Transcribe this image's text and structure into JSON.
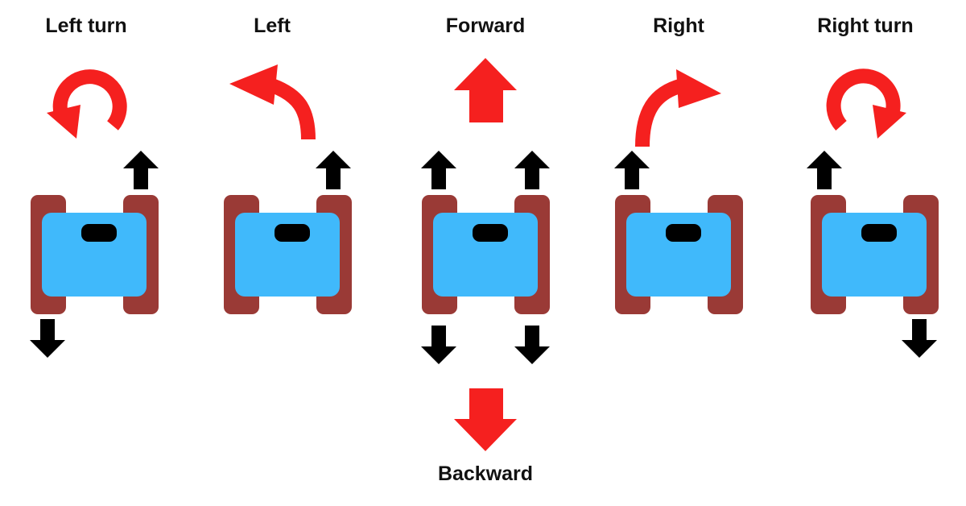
{
  "labels": {
    "left_turn": "Left turn",
    "left": "Left",
    "forward": "Forward",
    "right": "Right",
    "right_turn": "Right turn",
    "backward": "Backward"
  },
  "colors": {
    "track": "#9a3a36",
    "body": "#40b9fb",
    "red_arrow": "#f5201f",
    "black_arrow": "#000000"
  }
}
